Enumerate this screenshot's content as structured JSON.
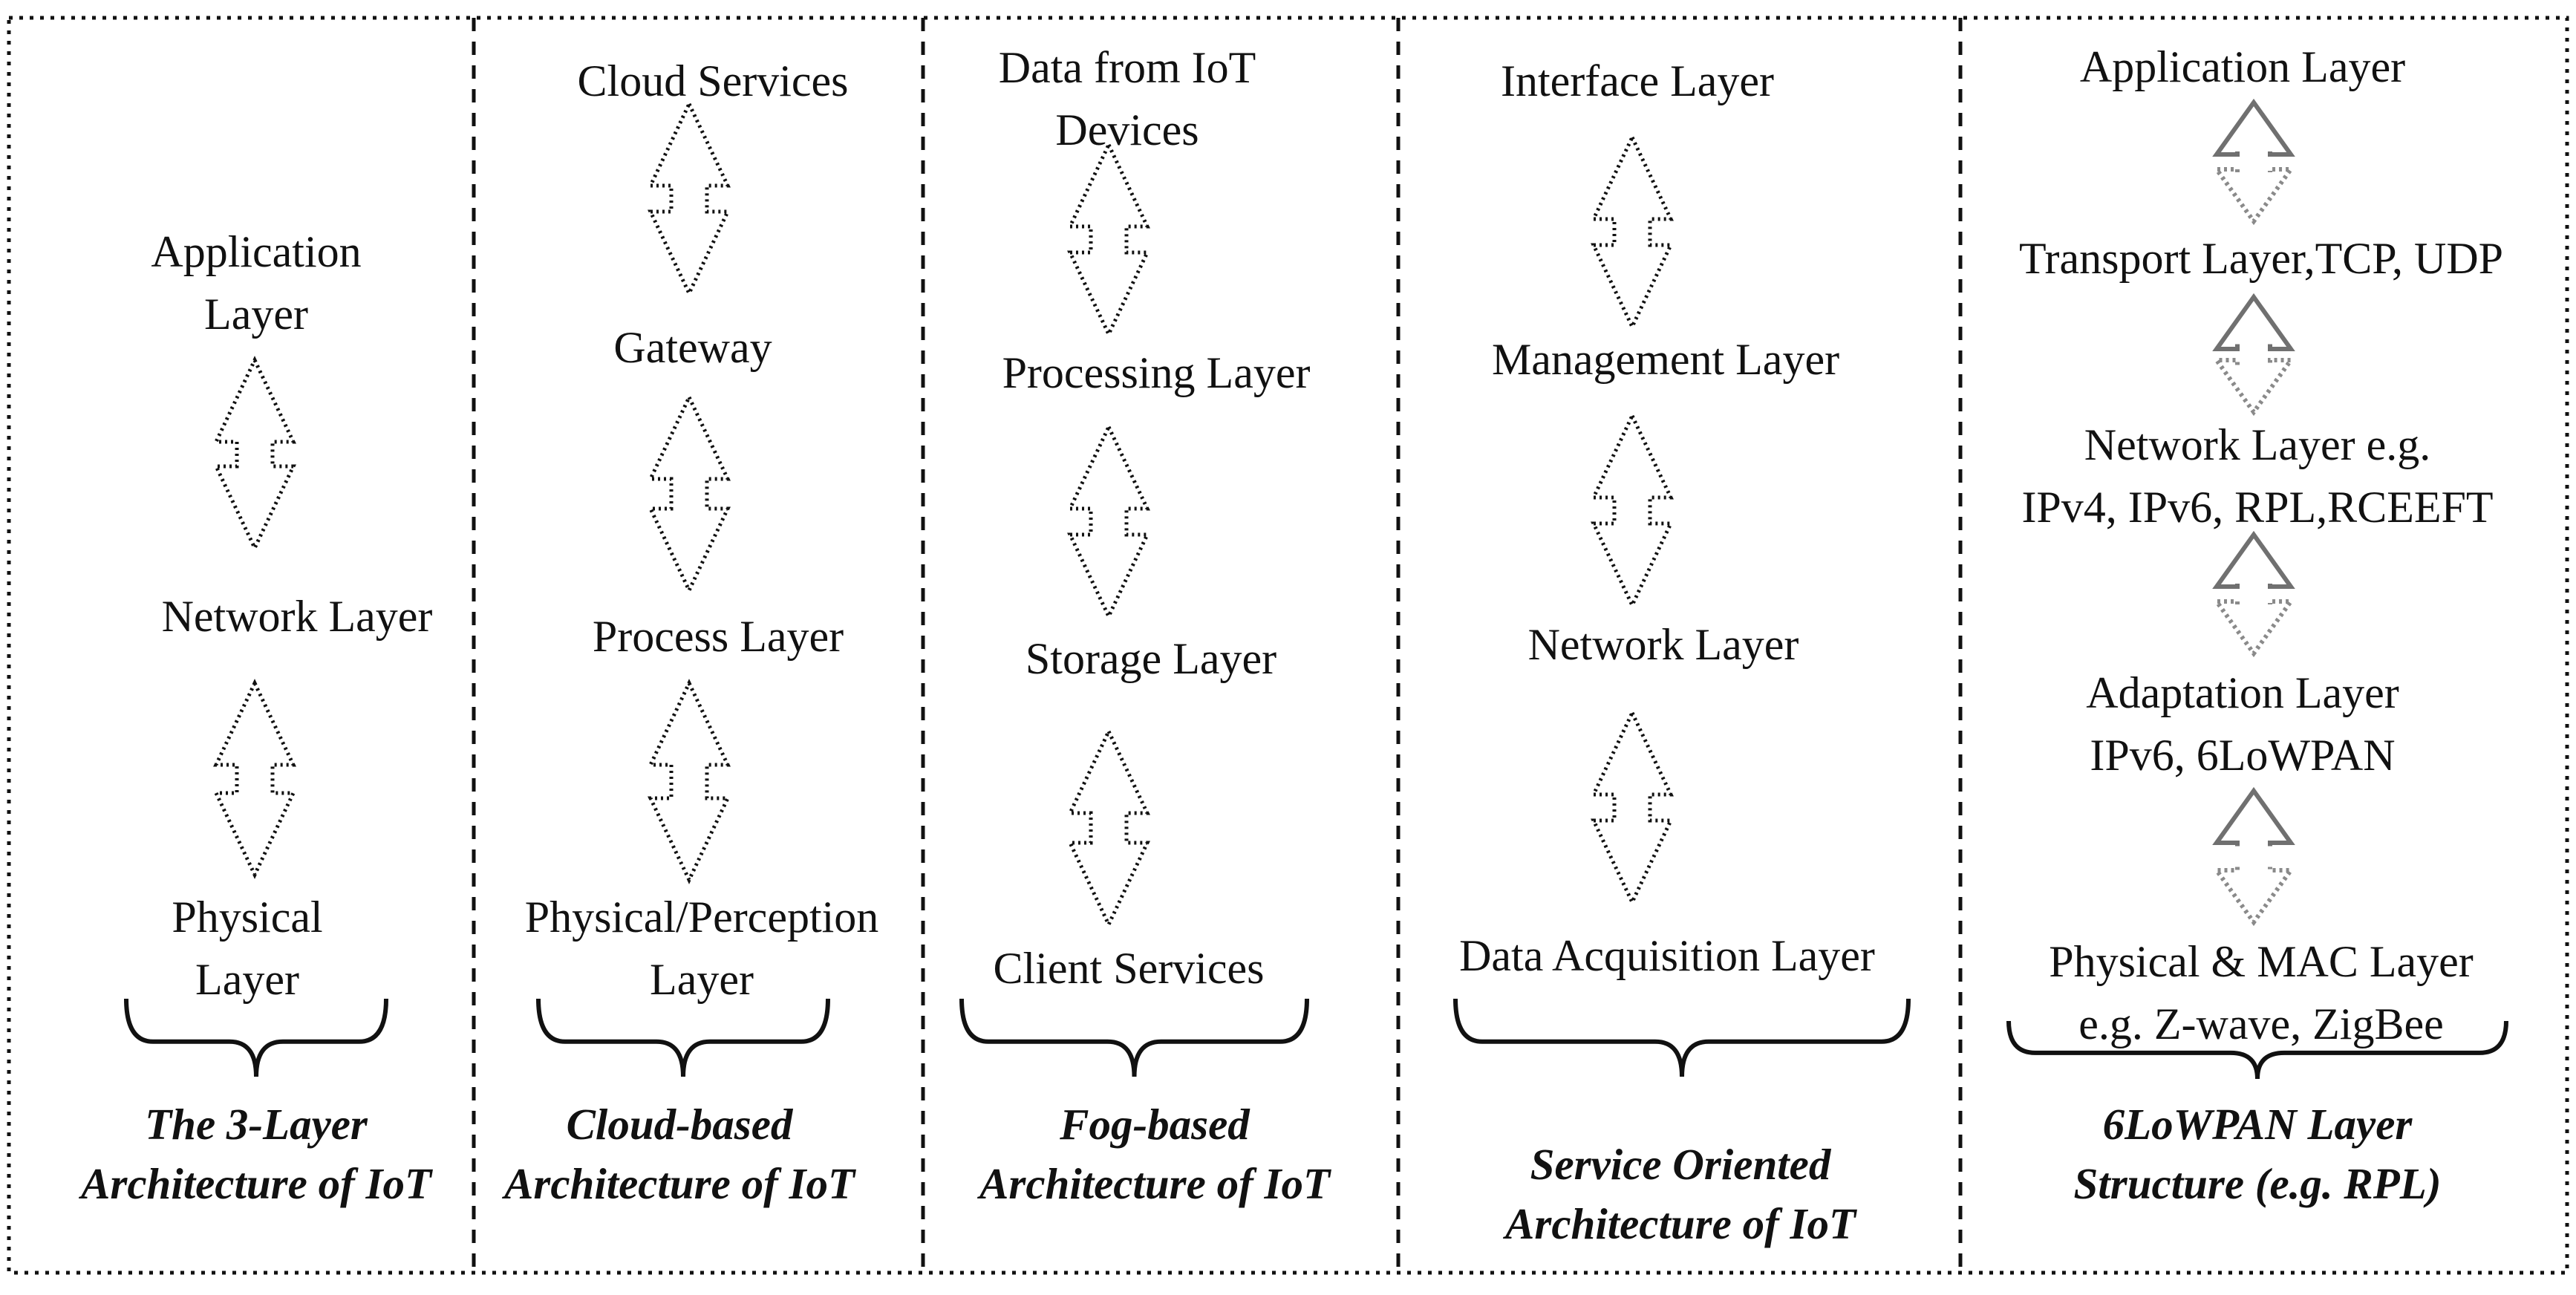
{
  "columns": [
    {
      "id": "three-layer",
      "labels": [
        [
          "Application",
          "Layer"
        ],
        [
          "Network Layer"
        ],
        [
          "Physical",
          "Layer"
        ]
      ],
      "caption": [
        "The 3-Layer",
        "Architecture of IoT"
      ]
    },
    {
      "id": "cloud-based",
      "labels": [
        [
          "Cloud Services"
        ],
        [
          "Gateway"
        ],
        [
          "Process Layer"
        ],
        [
          "Physical/Perception",
          "Layer"
        ]
      ],
      "caption": [
        "Cloud-based",
        "Architecture of IoT"
      ]
    },
    {
      "id": "fog-based",
      "labels": [
        [
          "Data from IoT",
          "Devices"
        ],
        [
          "Processing Layer"
        ],
        [
          "Storage Layer"
        ],
        [
          "Client Services"
        ]
      ],
      "caption": [
        "Fog-based",
        "Architecture of IoT"
      ]
    },
    {
      "id": "service-oriented",
      "labels": [
        [
          "Interface Layer"
        ],
        [
          "Management Layer"
        ],
        [
          "Network Layer"
        ],
        [
          "Data Acquisition Layer"
        ]
      ],
      "caption": [
        "Service Oriented",
        "Architecture of IoT"
      ]
    },
    {
      "id": "6lowpan",
      "labels": [
        [
          "Application Layer"
        ],
        [
          "Transport Layer,TCP, UDP"
        ],
        [
          "Network Layer e.g.",
          "IPv4, IPv6, RPL,RCEEFT"
        ],
        [
          "Adaptation Layer",
          "IPv6, 6LoWPAN"
        ],
        [
          "Physical & MAC Layer",
          "e.g.  Z-wave, ZigBee"
        ]
      ],
      "caption": [
        "6LoWPAN Layer",
        "Structure (e.g. RPL)"
      ]
    }
  ],
  "colors": {
    "ink": "#111111",
    "arrow_solid": "#707070",
    "arrow_dotted": "#8a8a8a"
  }
}
